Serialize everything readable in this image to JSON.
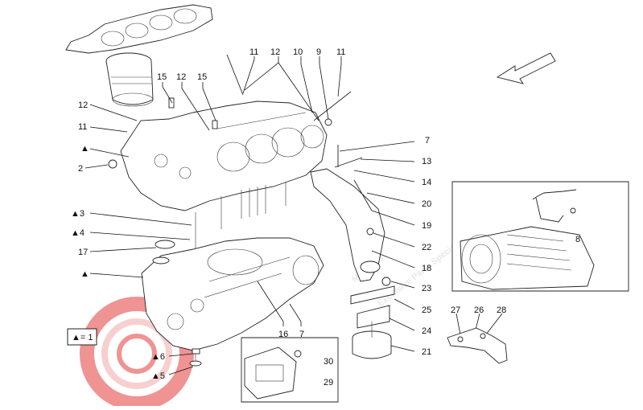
{
  "watermark": {
    "brand": "Maxparts",
    "tagline": "Exclusive Parts Specialist"
  },
  "legend_box": "▲= 1",
  "callouts": [
    {
      "id": "c1",
      "text": "11"
    },
    {
      "id": "c2",
      "text": "12"
    },
    {
      "id": "c3",
      "text": "10"
    },
    {
      "id": "c4",
      "text": "9"
    },
    {
      "id": "c5",
      "text": "11"
    },
    {
      "id": "c6",
      "text": "15"
    },
    {
      "id": "c7",
      "text": "12"
    },
    {
      "id": "c8",
      "text": "15"
    },
    {
      "id": "c9",
      "text": "12"
    },
    {
      "id": "c10",
      "text": "11"
    },
    {
      "id": "c11",
      "text": "▲"
    },
    {
      "id": "c12",
      "text": "2"
    },
    {
      "id": "c13",
      "text": "7"
    },
    {
      "id": "c14",
      "text": "13"
    },
    {
      "id": "c15",
      "text": "14"
    },
    {
      "id": "c16",
      "text": "20"
    },
    {
      "id": "c17",
      "text": "19"
    },
    {
      "id": "c18",
      "text": "22"
    },
    {
      "id": "c19",
      "text": "18"
    },
    {
      "id": "c20",
      "text": "23"
    },
    {
      "id": "c21",
      "text": "25"
    },
    {
      "id": "c22",
      "text": "24"
    },
    {
      "id": "c23",
      "text": "21"
    },
    {
      "id": "c24",
      "text": "▲3"
    },
    {
      "id": "c25",
      "text": "▲4"
    },
    {
      "id": "c26",
      "text": "17"
    },
    {
      "id": "c27",
      "text": "▲"
    },
    {
      "id": "c28",
      "text": "16"
    },
    {
      "id": "c29",
      "text": "7"
    },
    {
      "id": "c30",
      "text": "30"
    },
    {
      "id": "c31",
      "text": "29"
    },
    {
      "id": "c32",
      "text": "▲6"
    },
    {
      "id": "c33",
      "text": "▲5"
    },
    {
      "id": "c34",
      "text": "8"
    },
    {
      "id": "c35",
      "text": "27"
    },
    {
      "id": "c36",
      "text": "26"
    },
    {
      "id": "c37",
      "text": "28"
    }
  ]
}
